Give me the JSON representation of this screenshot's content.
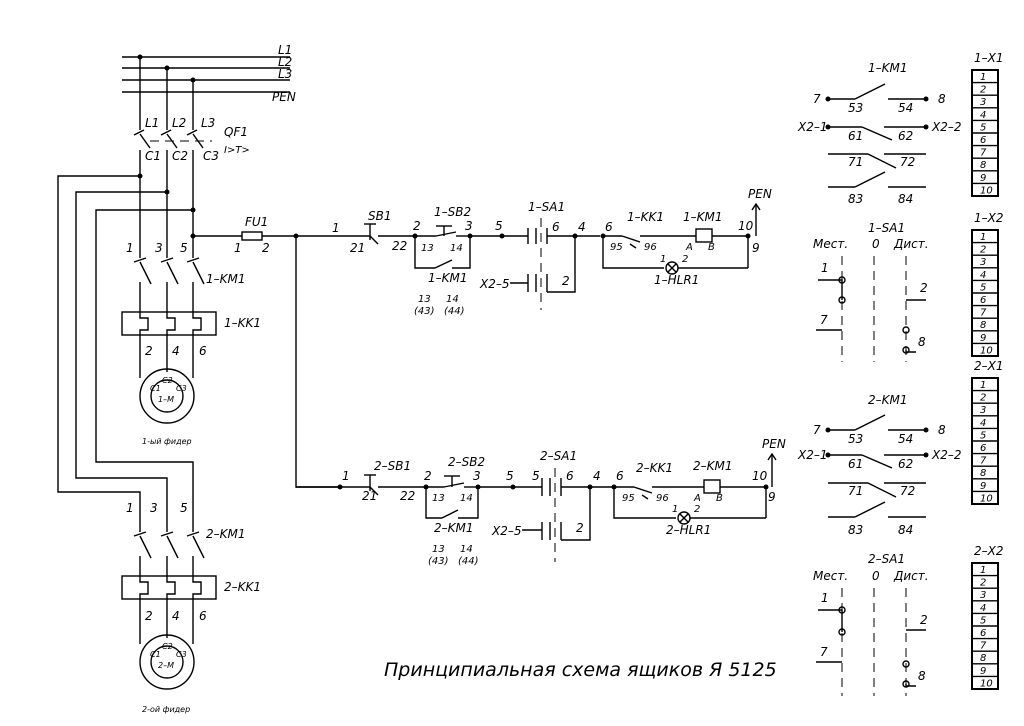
{
  "title": "Принципиальная схема ящиков Я 5125",
  "bus": {
    "l1": "L1",
    "l2": "L2",
    "l3": "L3",
    "pen": "PEN"
  },
  "breaker": {
    "in1": "L1",
    "in2": "L2",
    "in3": "L3",
    "out1": "C1",
    "out2": "C2",
    "out3": "C3",
    "name": "QF1",
    "note": "I>T>"
  },
  "fuse": {
    "name": "FU1",
    "n1": "1",
    "n2": "2"
  },
  "feeder1": {
    "t1": "1",
    "t3": "3",
    "t5": "5",
    "contactor": "1–KM1",
    "relay": "1–KK1",
    "t2": "2",
    "t4": "4",
    "t6": "6",
    "c1": "C1",
    "c2": "C2",
    "c3": "C3",
    "motor": "1–M",
    "caption": "1-ый фидер"
  },
  "feeder2": {
    "t1": "1",
    "t3": "3",
    "t5": "5",
    "contactor": "2–KM1",
    "relay": "2–KK1",
    "t2": "2",
    "t4": "4",
    "t6": "6",
    "c1": "C1",
    "c2": "C2",
    "c3": "C3",
    "motor": "2–M",
    "caption": "2-ой фидер"
  },
  "ctrl1": {
    "pen": "PEN",
    "w1": "1",
    "sb1": "SB1",
    "n21": "21",
    "n22": "22",
    "w2": "2",
    "sb2": "1–SB2",
    "w3": "3",
    "n13": "13",
    "n14": "14",
    "km": "1–KM1",
    "km13": "13",
    "km14": "14",
    "km43": "(43)",
    "km44": "(44)",
    "w5": "5",
    "sa": "1–SA1",
    "w6": "6",
    "w4": "4",
    "x25": "X2–5",
    "w2b": "2",
    "w6b": "6",
    "kk": "1–KK1",
    "n95": "95",
    "n96": "96",
    "kmc": "1–KM1",
    "a": "A",
    "b": "B",
    "w10": "10",
    "w9": "9",
    "l1": "1",
    "l2": "2",
    "hl": "1–HLR1"
  },
  "ctrl2": {
    "pen": "PEN",
    "w1": "1",
    "sb1": "2–SB1",
    "n21": "21",
    "n22": "22",
    "w2": "2",
    "sb2": "2–SB2",
    "w3": "3",
    "n13": "13",
    "n14": "14",
    "km": "2–KM1",
    "km13": "13",
    "km14": "14",
    "km43": "(43)",
    "km44": "(44)",
    "w5": "5",
    "sa": "2–SA1",
    "w5b": "5",
    "w6": "6",
    "w4": "4",
    "x25": "X2–5",
    "w2b": "2",
    "w6b": "6",
    "kk": "2–KK1",
    "n95": "95",
    "n96": "96",
    "kmc": "2–KM1",
    "a": "A",
    "b": "B",
    "w10": "10",
    "w9": "9",
    "l1": "1",
    "l2": "2",
    "hl": "2–HLR1"
  },
  "contacts1": {
    "title": "1–KM1",
    "n7": "7",
    "n53": "53",
    "n54": "54",
    "n8": "8",
    "x21": "X2–1",
    "n61": "61",
    "n62": "62",
    "x22": "X2–2",
    "n71": "71",
    "n72": "72",
    "n83": "83",
    "n84": "84"
  },
  "contacts2": {
    "title": "2–KM1",
    "n7": "7",
    "n53": "53",
    "n54": "54",
    "n8": "8",
    "x21": "X2–1",
    "n61": "61",
    "n62": "62",
    "x22": "X2–2",
    "n71": "71",
    "n72": "72",
    "n83": "83",
    "n84": "84"
  },
  "switch1": {
    "title": "1–SA1",
    "mest": "Мест.",
    "zero": "0",
    "dist": "Дист.",
    "n1": "1",
    "n2": "2",
    "n7": "7",
    "n8": "8"
  },
  "switch2": {
    "title": "2–SA1",
    "mest": "Мест.",
    "zero": "0",
    "dist": "Дист.",
    "n1": "1",
    "n2": "2",
    "n7": "7",
    "n8": "8"
  },
  "terminals": [
    {
      "name": "1–X1",
      "rows": [
        "1",
        "2",
        "3",
        "4",
        "5",
        "6",
        "7",
        "8",
        "9",
        "10"
      ]
    },
    {
      "name": "1–X2",
      "rows": [
        "1",
        "2",
        "3",
        "4",
        "5",
        "6",
        "7",
        "8",
        "9",
        "10"
      ]
    },
    {
      "name": "2–X1",
      "rows": [
        "1",
        "2",
        "3",
        "4",
        "5",
        "6",
        "7",
        "8",
        "9",
        "10"
      ]
    },
    {
      "name": "2–X2",
      "rows": [
        "1",
        "2",
        "3",
        "4",
        "5",
        "6",
        "7",
        "8",
        "9",
        "10"
      ]
    }
  ]
}
